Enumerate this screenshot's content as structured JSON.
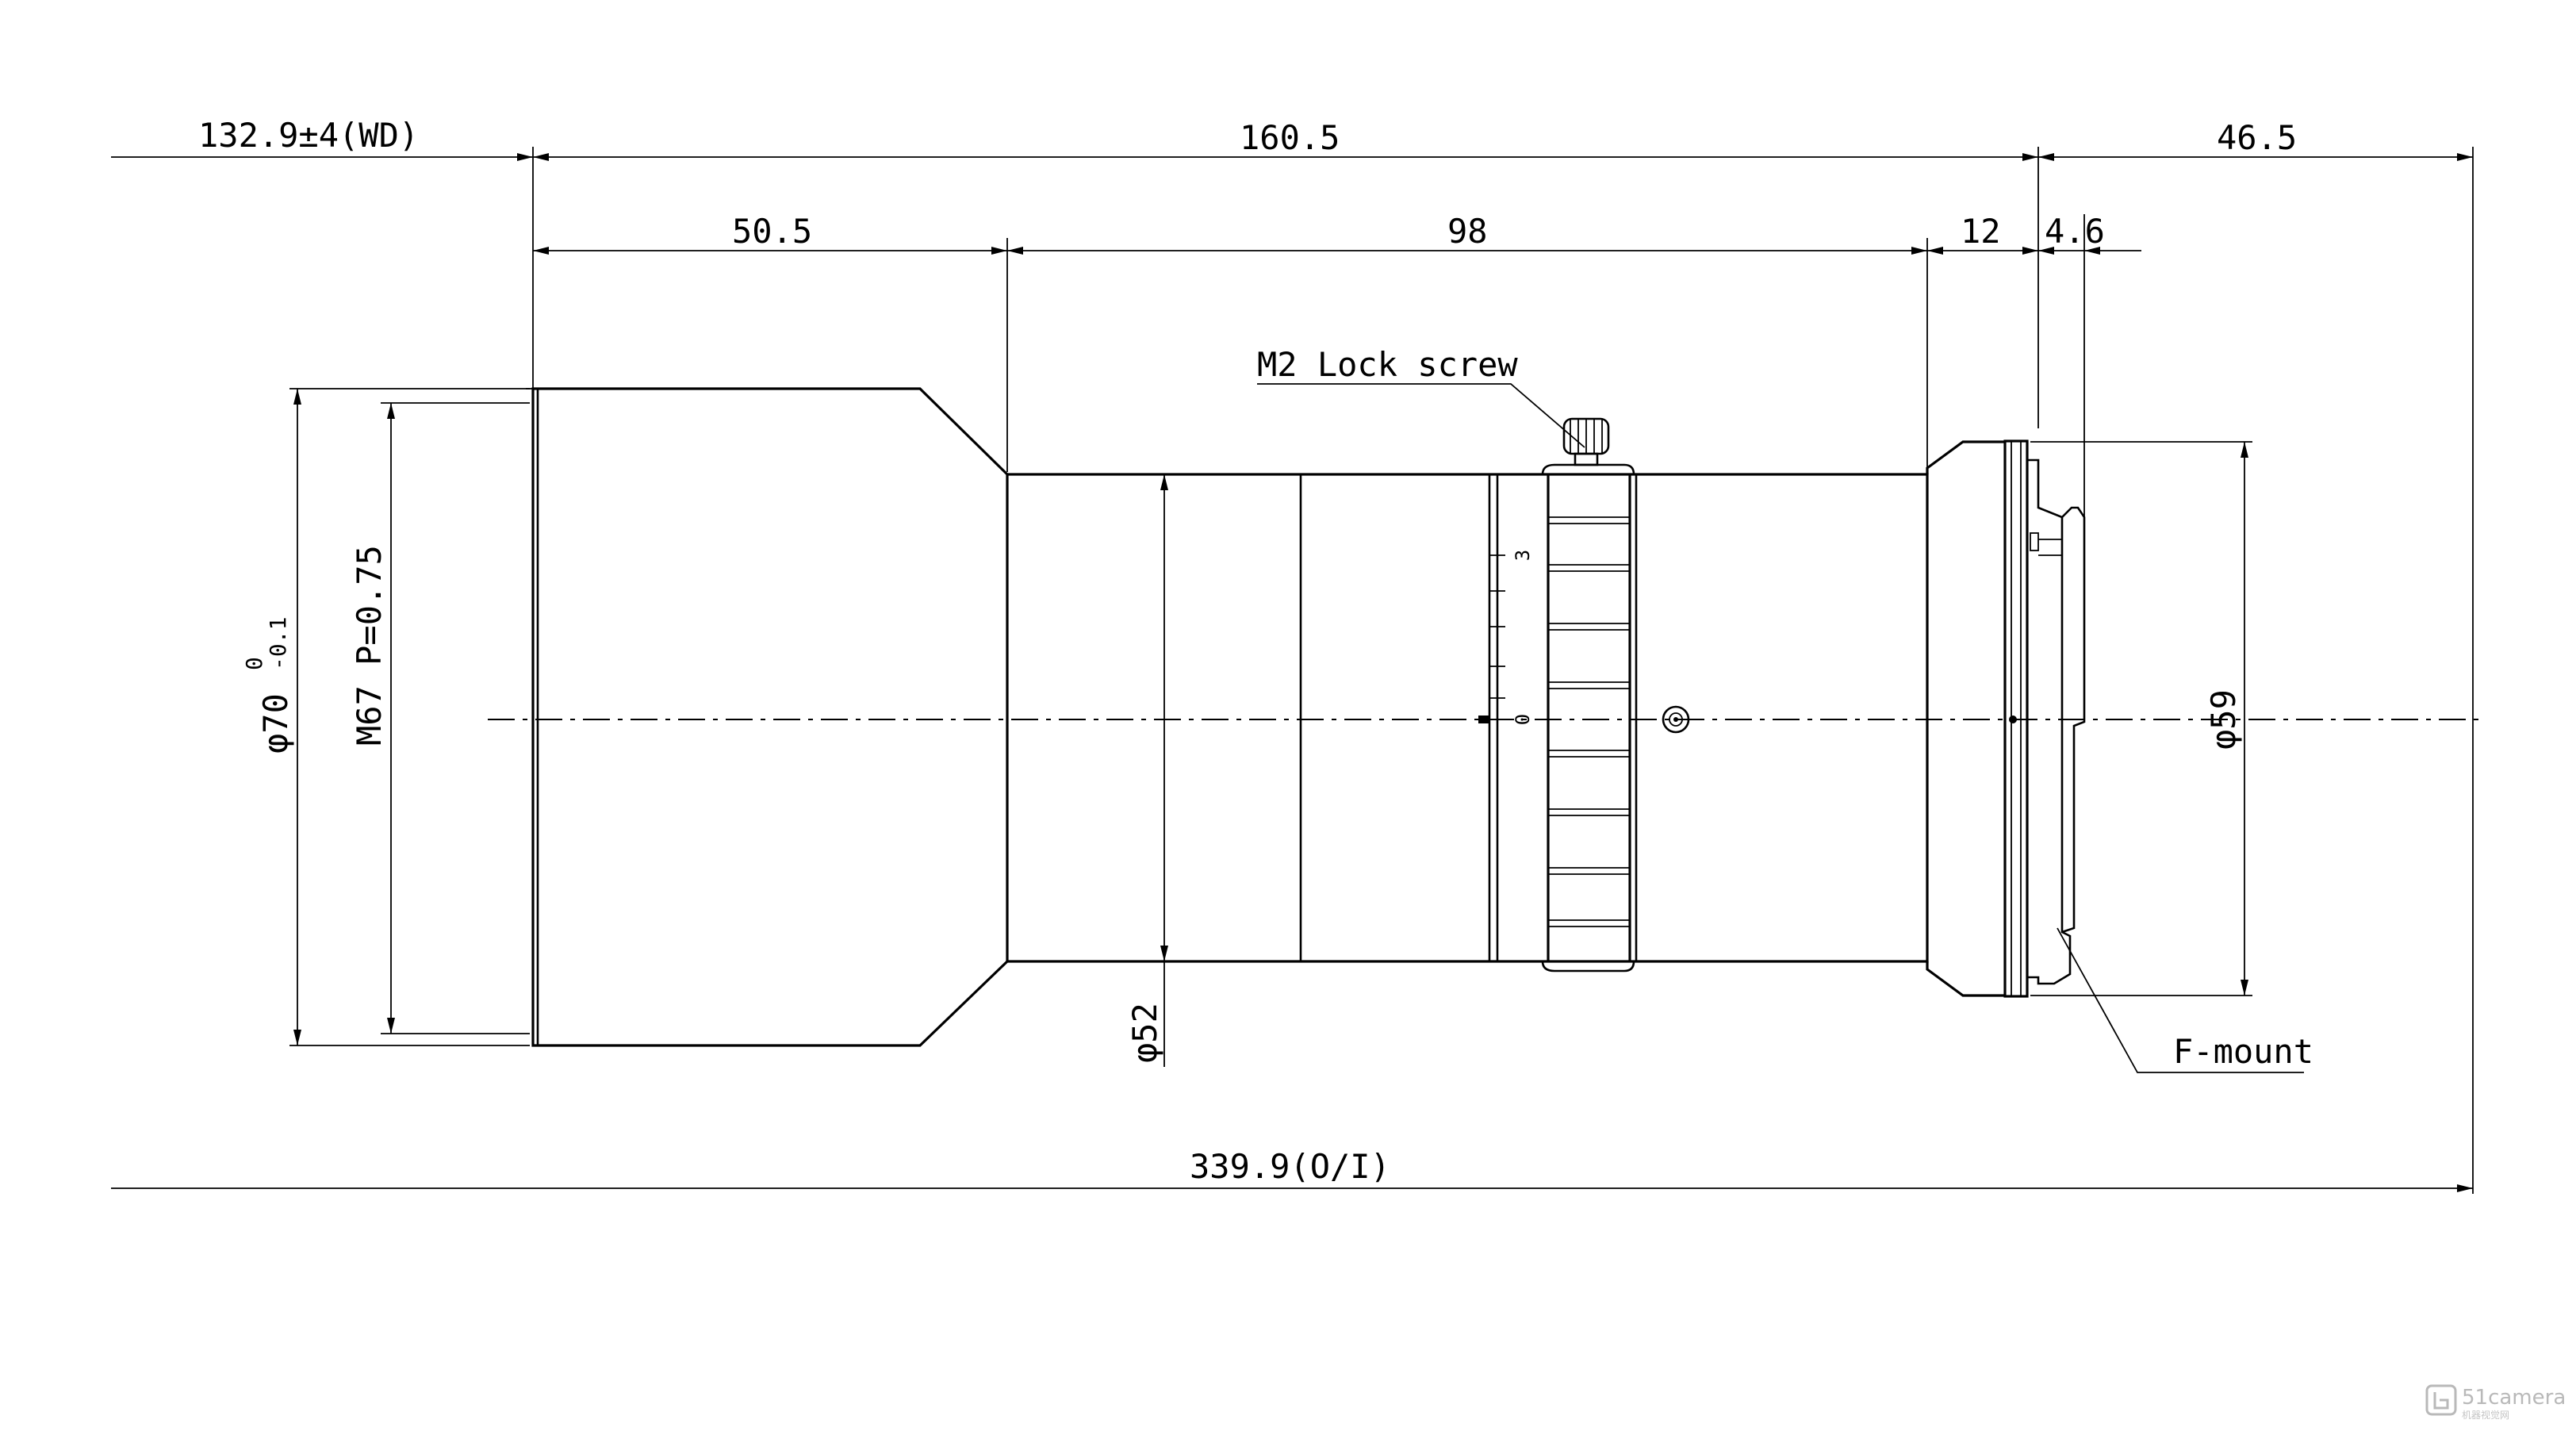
{
  "dimensions": {
    "working_distance": "132.9±4(WD)",
    "lens_length": "160.5",
    "rear_length": "46.5",
    "front_section": "50.5",
    "barrel_section": "98",
    "mount_section": "12",
    "flange_section": "4.6",
    "overall_length": "339.9(O/I)"
  },
  "diameters": {
    "front_outer_main": "φ70",
    "front_outer_tol_upper": "0",
    "front_outer_tol_lower": "-0.1",
    "front_thread": "M67 P=0.75",
    "barrel": "φ52",
    "mount": "φ59"
  },
  "labels": {
    "lock_screw": "M2 Lock screw",
    "mount_type": "F-mount"
  },
  "scale": {
    "mark_top": "3",
    "mark_zero": "0"
  },
  "watermark": {
    "logo_text": "51camera",
    "sub_text": "机器视觉网"
  }
}
